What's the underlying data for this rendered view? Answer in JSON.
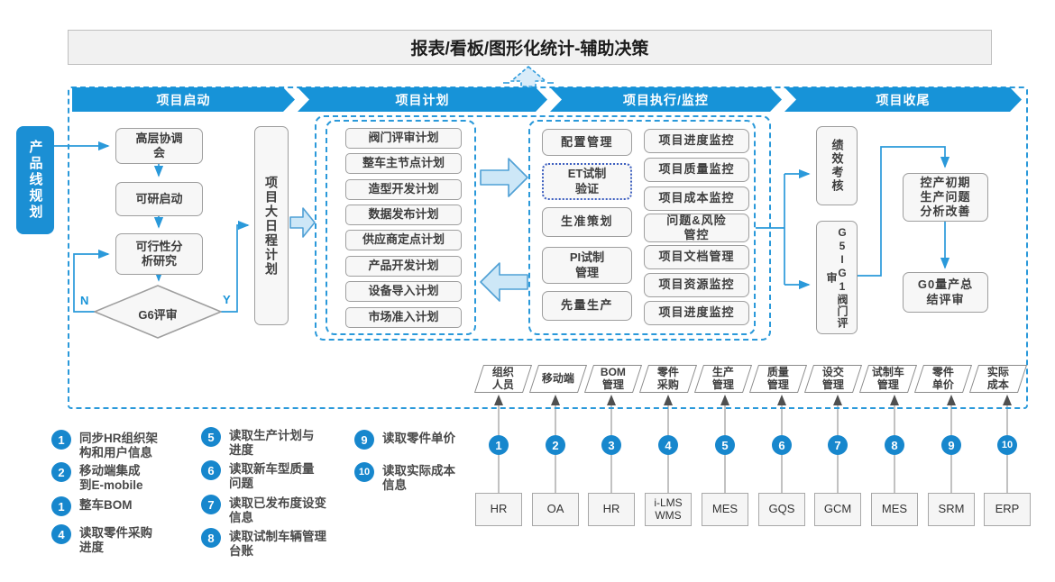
{
  "title": "报表/看板/图形化统计-辅助决策",
  "colors": {
    "accent": "#1793d8",
    "dashed_border": "#2a99da",
    "circle": "#1787cd",
    "box_fill": "#f7f7f7"
  },
  "phases": [
    "项目启动",
    "项目计划",
    "项目执行/监控",
    "项目收尾"
  ],
  "product_line": "产品线规划",
  "initiation": {
    "box1": "高层协调\n会",
    "box2": "可研启动",
    "box3": "可行性分\n析研究",
    "decision": "G6评审",
    "no_label": "N",
    "yes_label": "Y"
  },
  "master_schedule": "项目大日程计划",
  "plan_items": [
    "阀门评审计划",
    "整车主节点计划",
    "造型开发计划",
    "数据发布计划",
    "供应商定点计划",
    "产品开发计划",
    "设备导入计划",
    "市场准入计划"
  ],
  "execution": {
    "left": [
      "配置管理",
      "ET试制\n验证",
      "生准策划",
      "PI试制\n管理",
      "先量生产"
    ],
    "right": [
      "项目进度监控",
      "项目质量监控",
      "项目成本监控",
      "问题&风险\n管控",
      "项目文档管理",
      "项目资源监控",
      "项目进度监控"
    ]
  },
  "closure": {
    "performance": "绩效考核",
    "gate_review": "G5IG1阀门评审",
    "early_production": "控产初期\n生产问题\n分析改善",
    "g0_review": "G0量产总\n结评审"
  },
  "tags": [
    "组织\n人员",
    "移动端",
    "BOM\n管理",
    "零件\n采购",
    "生产\n管理",
    "质量\n管理",
    "设交\n管理",
    "试制车\n管理",
    "零件\n单价",
    "实际\n成本"
  ],
  "flow_numbers": [
    "1",
    "2",
    "3",
    "4",
    "5",
    "6",
    "7",
    "8",
    "9",
    "10"
  ],
  "systems": [
    "HR",
    "OA",
    "HR",
    "i-LMS\nWMS",
    "MES",
    "GQS",
    "GCM",
    "MES",
    "SRM",
    "ERP"
  ],
  "legend": [
    {
      "num": "1",
      "text": "同步HR组织架\n构和用户信息"
    },
    {
      "num": "2",
      "text": "移动端集成\n到E-mobile"
    },
    {
      "num": "1",
      "text": "整车BOM"
    },
    {
      "num": "4",
      "text": "读取零件采购\n进度"
    },
    {
      "num": "5",
      "text": "读取生产计划与\n进度"
    },
    {
      "num": "6",
      "text": "读取新车型质量\n问题"
    },
    {
      "num": "7",
      "text": "读取已发布度设变\n信息"
    },
    {
      "num": "8",
      "text": "读取试制车辆管理\n台账"
    },
    {
      "num": "9",
      "text": "读取零件单价"
    },
    {
      "num": "10",
      "text": "读取实际成本\n信息"
    }
  ]
}
